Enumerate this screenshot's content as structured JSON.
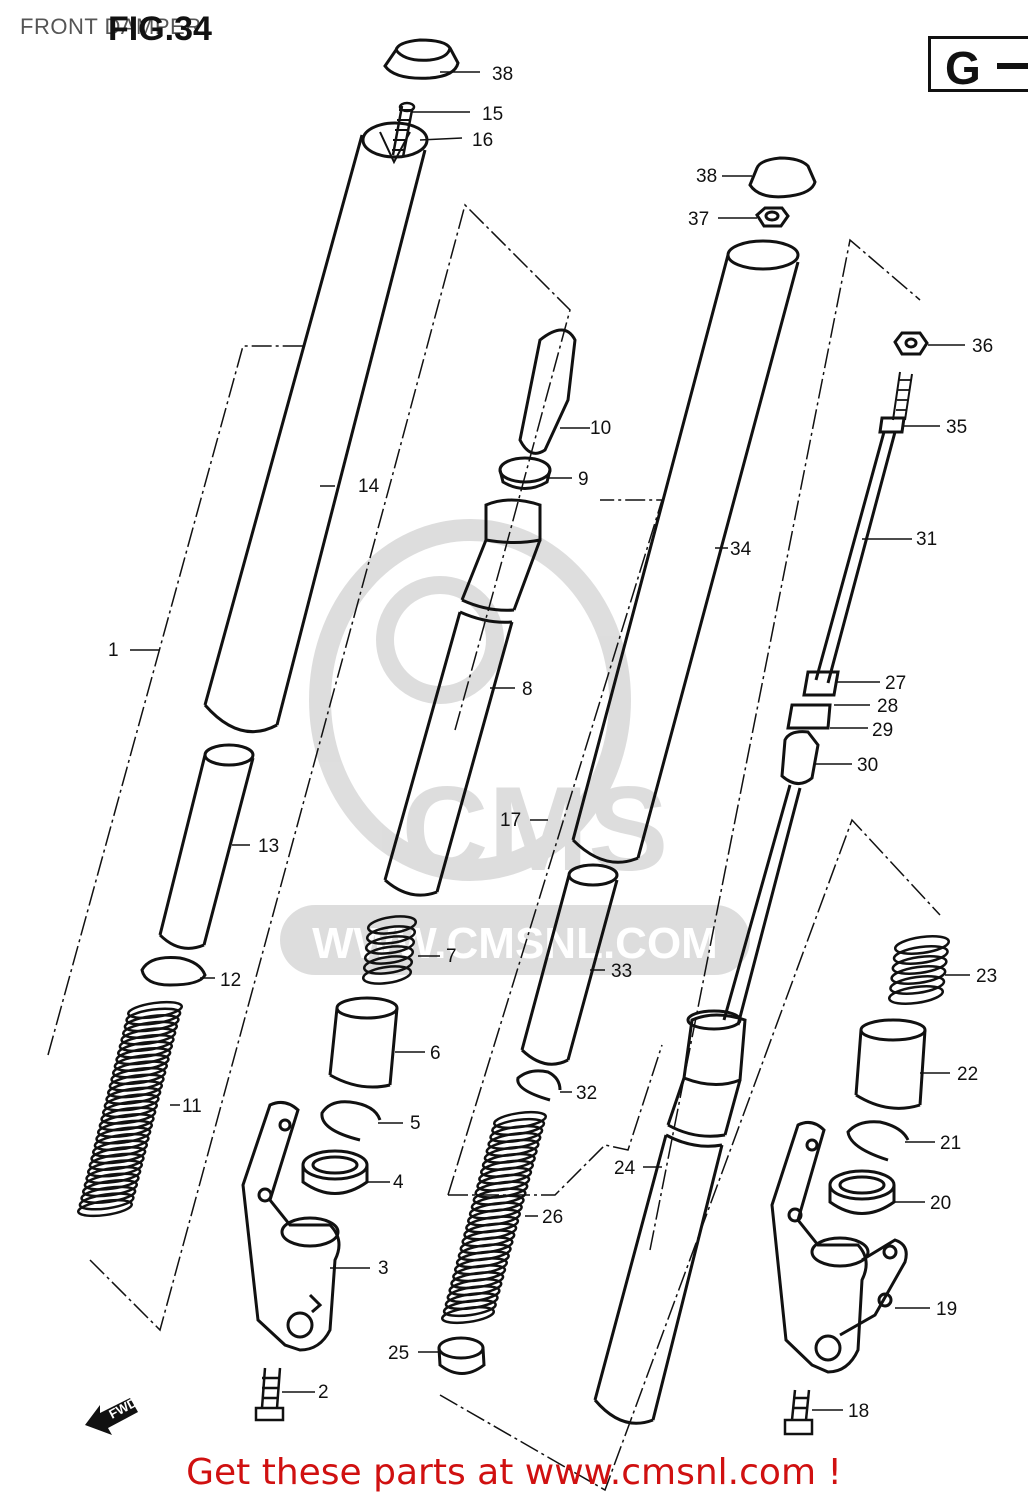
{
  "header": {
    "page_title": "FRONT DAMPER",
    "figure_title": "FIG.34",
    "section_letter": "G"
  },
  "watermark": {
    "brand": "CMS",
    "url": "WWW.CMSNL.COM"
  },
  "fwd_label": "FWD",
  "callouts": {
    "c1": "1",
    "c2": "2",
    "c3": "3",
    "c4": "4",
    "c5": "5",
    "c6": "6",
    "c7": "7",
    "c8": "8",
    "c9": "9",
    "c10": "10",
    "c11": "11",
    "c12": "12",
    "c13": "13",
    "c14": "14",
    "c15": "15",
    "c16": "16",
    "c17": "17",
    "c18": "18",
    "c19": "19",
    "c20": "20",
    "c21": "21",
    "c22": "22",
    "c23": "23",
    "c24": "24",
    "c25": "25",
    "c26": "26",
    "c27": "27",
    "c28": "28",
    "c29": "29",
    "c30": "30",
    "c31": "31",
    "c32": "32",
    "c33": "33",
    "c34": "34",
    "c35": "35",
    "c36": "36",
    "c37": "37",
    "c38a": "38",
    "c38b": "38"
  },
  "footer": {
    "cta": "Get these parts at www.cmsnl.com !"
  }
}
